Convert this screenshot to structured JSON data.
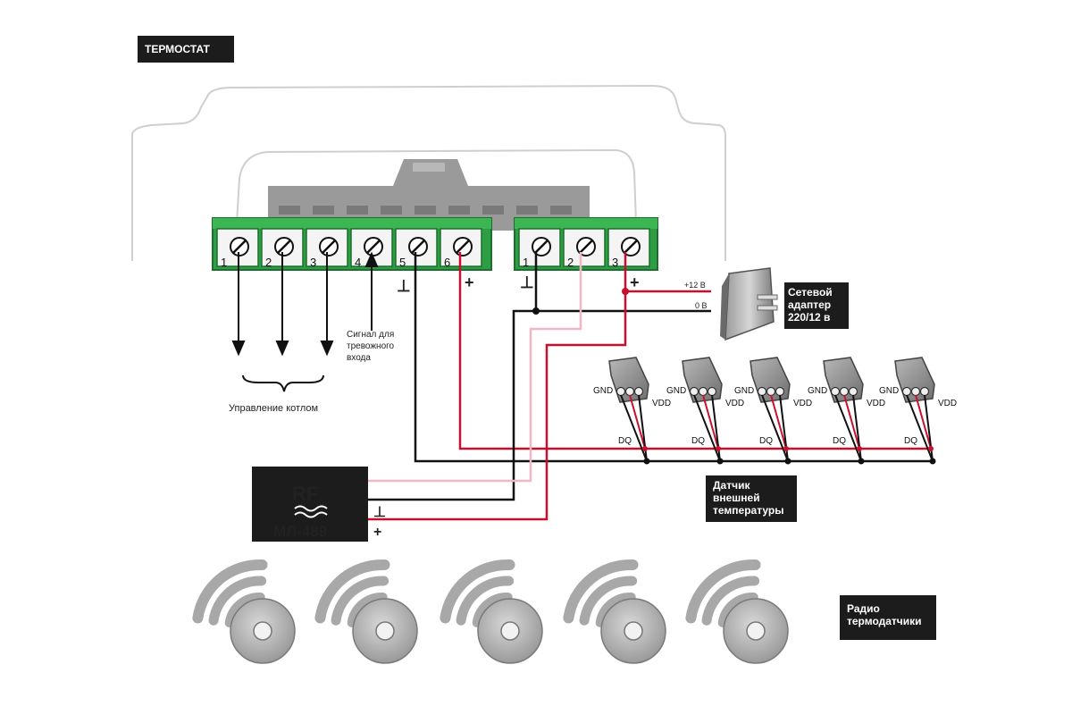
{
  "labels": {
    "title": "ТЕРМОСТАТ",
    "adapter_line1": "Сетевой",
    "adapter_line2": "адаптер",
    "adapter_line3": "220/12 в",
    "sensor_line1": "Датчик",
    "sensor_line2": "внешней",
    "sensor_line3": "температуры",
    "radio_line1": "Радио",
    "radio_line2": "термодатчики",
    "boiler_control": "Управление котлом",
    "alarm_line1": "Сигнал для",
    "alarm_line2": "тревожного",
    "alarm_line3": "входа",
    "plus12": "+12 В",
    "zero_v": "0 В",
    "rf_title": "RF",
    "rf_model": "МЛ-489",
    "rf_ground": "⊥",
    "rf_plus": "+"
  },
  "terminal_block_left": {
    "terminals": [
      "1",
      "2",
      "3",
      "4",
      "5",
      "6"
    ],
    "mark_ground": "⊥",
    "mark_plus": "+"
  },
  "terminal_block_right": {
    "terminals": [
      "1",
      "2",
      "3"
    ],
    "mark_ground": "⊥",
    "mark_plus": "+"
  },
  "sensor_pins": {
    "gnd": "GND",
    "vdd": "VDD",
    "dq": "DQ"
  },
  "sensor_count": 5,
  "radio_sensor_count": 5,
  "colors": {
    "terminal_green": "#2e9e44",
    "wire_red": "#c8102e",
    "wire_pink": "#f2b6c4",
    "wire_black": "#111111",
    "label_bg": "#1c1c1c",
    "device_gray": "#8f8f8f"
  }
}
